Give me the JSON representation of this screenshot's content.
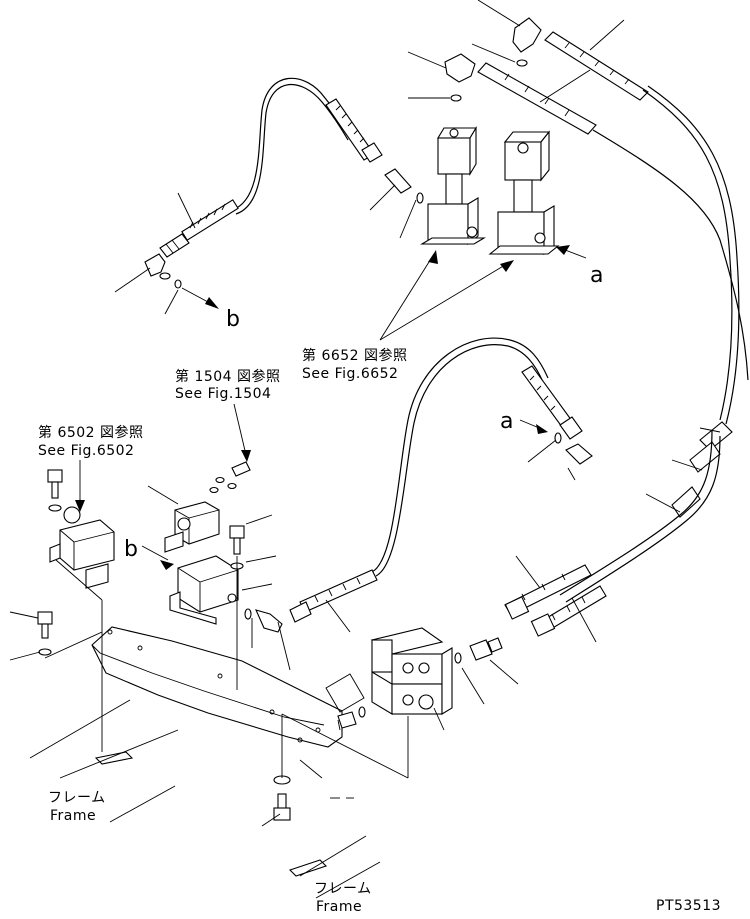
{
  "labels": {
    "ref_6652_jp": "第 6652 図参照",
    "ref_6652_en": "See Fig.6652",
    "ref_1504_jp": "第 1504 図参照",
    "ref_1504_en": "See Fig.1504",
    "ref_6502_jp": "第 6502 図参照",
    "ref_6502_en": "See Fig.6502",
    "frame1_jp": "フレーム",
    "frame1_en": "Frame",
    "frame2_jp": "フレーム",
    "frame2_en": "Frame",
    "letter_a_right": "a",
    "letter_a_mid": "a",
    "letter_b_top": "b",
    "letter_b_left": "b",
    "drawing_id": "PT53513"
  }
}
